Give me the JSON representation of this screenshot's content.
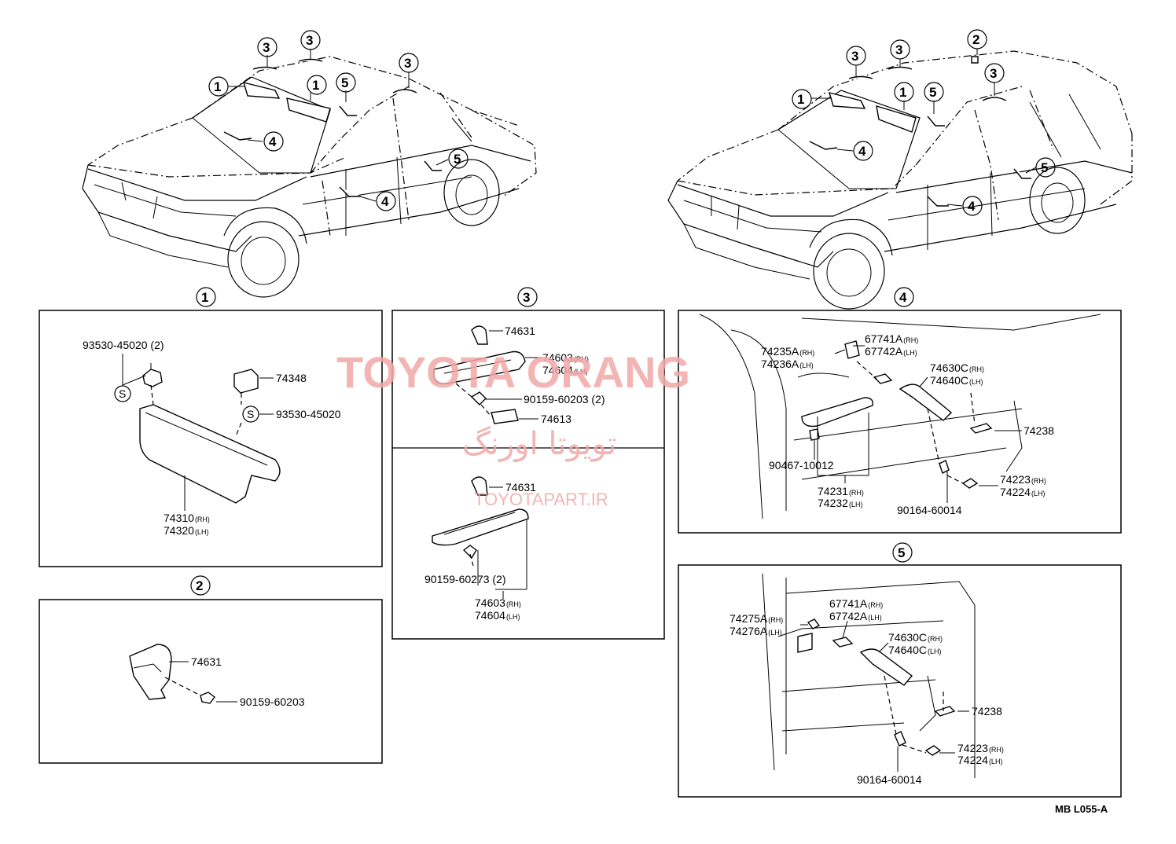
{
  "watermark": {
    "brand": "TOYOTA ORANG",
    "persian": "تویوتا اورنگ",
    "site": "TOYOTAPART.IR"
  },
  "figure_ref": "MB L055-A",
  "callouts": {
    "c1": "1",
    "c2": "2",
    "c3": "3",
    "c4": "4",
    "c5": "5",
    "sym_s": "S"
  },
  "panel1": {
    "screw": "93530-45020 (2)",
    "bracket": "74348",
    "screw2": "93530-45020",
    "visor_rh": "74310",
    "visor_rh_sfx": "(RH)",
    "visor_lh": "74320",
    "visor_lh_sfx": "(LH)"
  },
  "panel2": {
    "hook": "74631",
    "screw": "90159-60203"
  },
  "panel3a": {
    "hook": "74631",
    "grip_rh": "74603",
    "grip_rh_sfx": "(RH)",
    "grip_lh": "74604",
    "grip_lh_sfx": "(LH)",
    "screw": "90159-60203 (2)",
    "cover": "74613"
  },
  "panel3b": {
    "hook": "74631",
    "screw": "90159-60273 (2)",
    "grip_rh": "74603",
    "grip_rh_sfx": "(RH)",
    "grip_lh": "74604",
    "grip_lh_sfx": "(LH)"
  },
  "panel4": {
    "a_rh": "74235A",
    "a_rh_sfx": "(RH)",
    "a_lh": "74236A",
    "a_lh_sfx": "(LH)",
    "b_rh": "67741A",
    "b_rh_sfx": "(RH)",
    "b_lh": "67742A",
    "b_lh_sfx": "(LH)",
    "c_rh": "74630C",
    "c_rh_sfx": "(RH)",
    "c_lh": "74640C",
    "c_lh_sfx": "(LH)",
    "clip": "74238",
    "screw1": "90467-10012",
    "armrest_rh": "74231",
    "armrest_rh_sfx": "(RH)",
    "armrest_lh": "74232",
    "armrest_lh_sfx": "(LH)",
    "cap_rh": "74223",
    "cap_rh_sfx": "(RH)",
    "cap_lh": "74224",
    "cap_lh_sfx": "(LH)",
    "screw2": "90164-60014"
  },
  "panel5": {
    "a_rh": "74275A",
    "a_rh_sfx": "(RH)",
    "a_lh": "74276A",
    "a_lh_sfx": "(LH)",
    "b_rh": "67741A",
    "b_rh_sfx": "(RH)",
    "b_lh": "67742A",
    "b_lh_sfx": "(LH)",
    "c_rh": "74630C",
    "c_rh_sfx": "(RH)",
    "c_lh": "74640C",
    "c_lh_sfx": "(LH)",
    "clip": "74238",
    "cap_rh": "74223",
    "cap_rh_sfx": "(RH)",
    "cap_lh": "74224",
    "cap_lh_sfx": "(LH)",
    "screw": "90164-60014"
  }
}
